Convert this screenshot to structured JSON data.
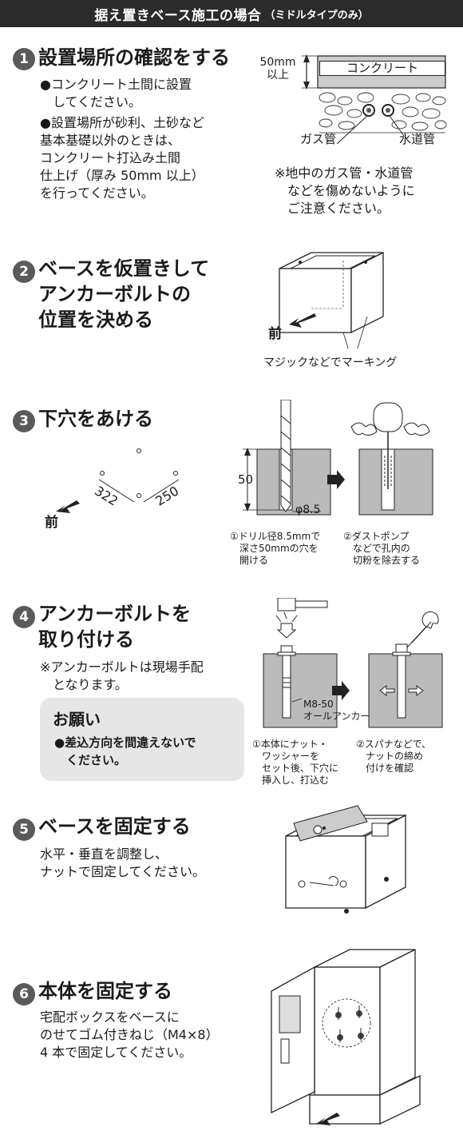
{
  "header": {
    "title": "据え置きベース施工の場合",
    "subtitle": "（ミドルタイプのみ）"
  },
  "step1": {
    "number": "1",
    "title": "設置場所の確認をする",
    "bullets": [
      "●コンクリート土間に設置\n　してください。",
      "●設置場所が砂利、土砂など\n基本基礎以外のときは、\nコンクリート打込み土間\n仕上げ（厚み 50mm 以上）\nを行ってください。"
    ],
    "thickness_label": "50mm\n以上",
    "concrete_label": "コンクリート",
    "gas_label": "ガス管",
    "water_label": "水道管",
    "note": "※地中のガス管・水道管\n　などを傷めないように\n　ご注意ください。"
  },
  "step2": {
    "number": "2",
    "title": "ベースを仮置きして\nアンカーボルトの\n位置を決める",
    "front_label": "前",
    "caption": "マジックなどでマーキング"
  },
  "step3": {
    "number": "3",
    "title": "下穴をあける",
    "dim_a": "322",
    "dim_b": "250",
    "front_label": "前",
    "depth_label": "50",
    "diameter_label": "φ8.5",
    "caption1": "①ドリル径8.5mmで\n　深さ50mmの穴を\n　開ける",
    "caption2": "②ダストポンプ\n　などで孔内の\n　切粉を除去する"
  },
  "step4": {
    "number": "4",
    "title": "アンカーボルトを\n取り付ける",
    "note": "※アンカーボルトは現場手配\n　となります。",
    "request_title": "お願い",
    "request_text": "●差込方向を間違えないで\n　ください。",
    "anchor_label": "M8-50\nオールアンカー",
    "caption1": "①本体にナット・\n　ワッシャーを\n　セット後、下穴に\n　挿入し、打込む",
    "caption2": "②スパナなどで、\n　ナットの締め\n　付けを確認"
  },
  "step5": {
    "number": "5",
    "title": "ベースを固定する",
    "text": "水平・垂直を調整し、\nナットで固定してください。"
  },
  "step6": {
    "number": "6",
    "title": "本体を固定する",
    "text": "宅配ボックスをベースに\nのせてゴム付きねじ（M4×8）\n4 本で固定してください。"
  }
}
